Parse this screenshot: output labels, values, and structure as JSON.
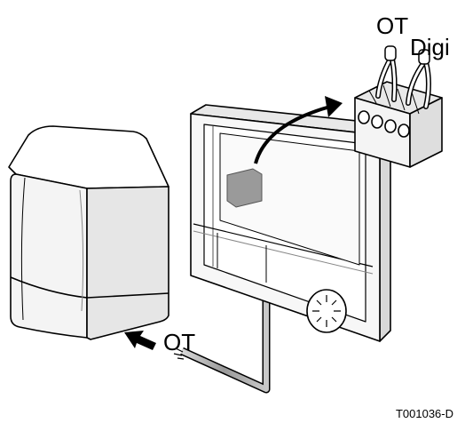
{
  "labels": {
    "terminal_ot": "OT",
    "terminal_digi": "Digi",
    "cable_ot": "OT",
    "reference_code": "T001036-D"
  }
}
